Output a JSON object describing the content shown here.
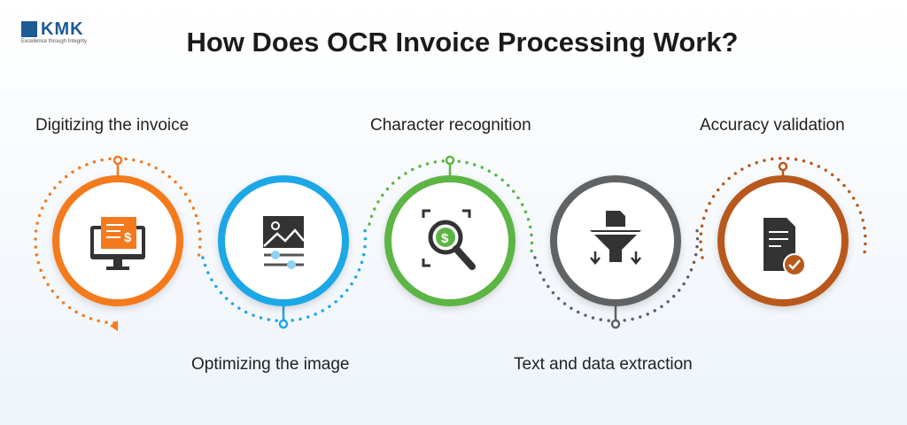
{
  "logo": {
    "name": "KMK",
    "tagline": "Excellence through Integrity"
  },
  "title": "How Does OCR Invoice Processing Work?",
  "steps": [
    {
      "label": "Digitizing the invoice",
      "color": "#f47a1f",
      "icon": "computer-invoice-icon"
    },
    {
      "label": "Optimizing the image",
      "color": "#1ea7e6",
      "icon": "image-adjust-icon"
    },
    {
      "label": "Character recognition",
      "color": "#5bb544",
      "icon": "dollar-scan-search-icon"
    },
    {
      "label": "Text and data extraction",
      "color": "#606264",
      "icon": "funnel-extract-icon"
    },
    {
      "label": "Accuracy validation",
      "color": "#b8591a",
      "icon": "document-check-icon"
    }
  ]
}
